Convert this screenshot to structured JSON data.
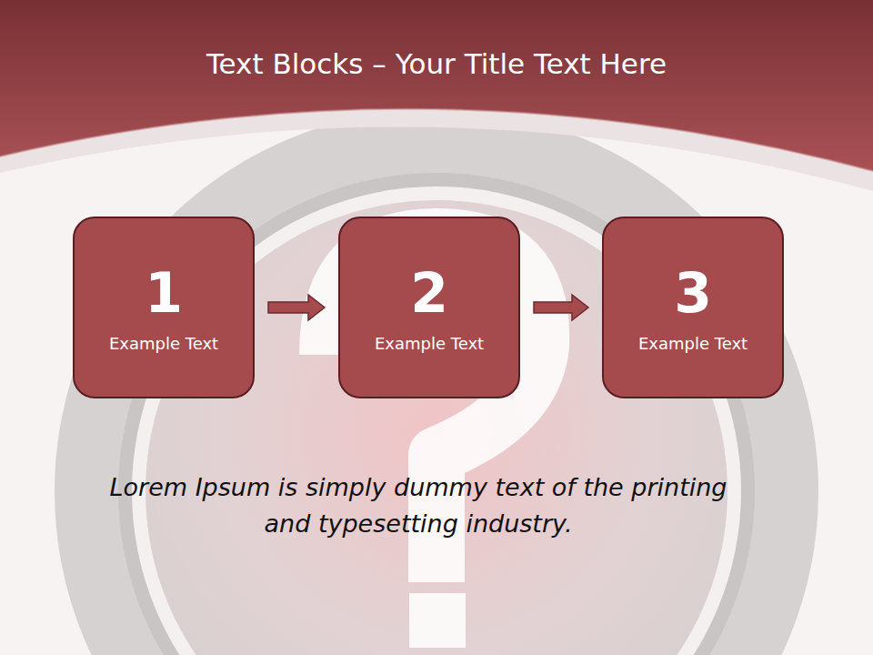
{
  "diagram": {
    "title": "Text Blocks – Your Title Text Here",
    "nodes": [
      {
        "text": [
          "1",
          "Example Text"
        ]
      },
      {
        "text": [
          "2",
          "Example Text"
        ]
      },
      {
        "text": [
          "3",
          "Example Text"
        ]
      }
    ],
    "edges": [
      {
        "from": 0,
        "to": 1,
        "arrow": "to"
      },
      {
        "from": 1,
        "to": 2,
        "arrow": "to"
      }
    ],
    "labels": [
      "Lorem Ipsum is simply dummy text of the printing and typesetting industry."
    ]
  }
}
